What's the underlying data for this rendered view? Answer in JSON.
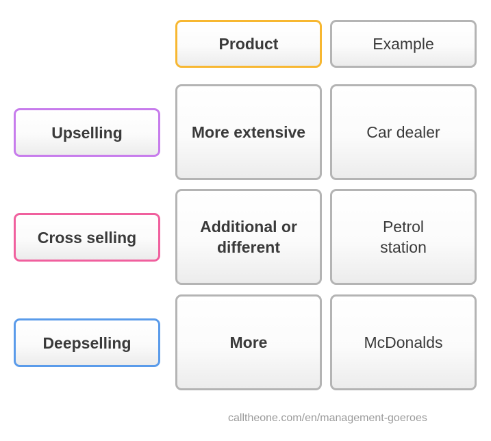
{
  "header": {
    "product": "Product",
    "example": "Example"
  },
  "rows": [
    {
      "label": "Upselling",
      "product": "More extensive",
      "example": "Car dealer"
    },
    {
      "label": "Cross selling",
      "product": "Additional or\ndifferent",
      "example": "Petrol\nstation"
    },
    {
      "label": "Deepselling",
      "product": "More",
      "example": "McDonalds"
    }
  ],
  "colors": {
    "product_border": "#f7b731",
    "upselling_border": "#c77cec",
    "cross_selling_border": "#f0609e",
    "deepselling_border": "#5a9bea",
    "cell_border": "#b4b4b4"
  },
  "footer": "calltheone.com/en/management-goeroes"
}
